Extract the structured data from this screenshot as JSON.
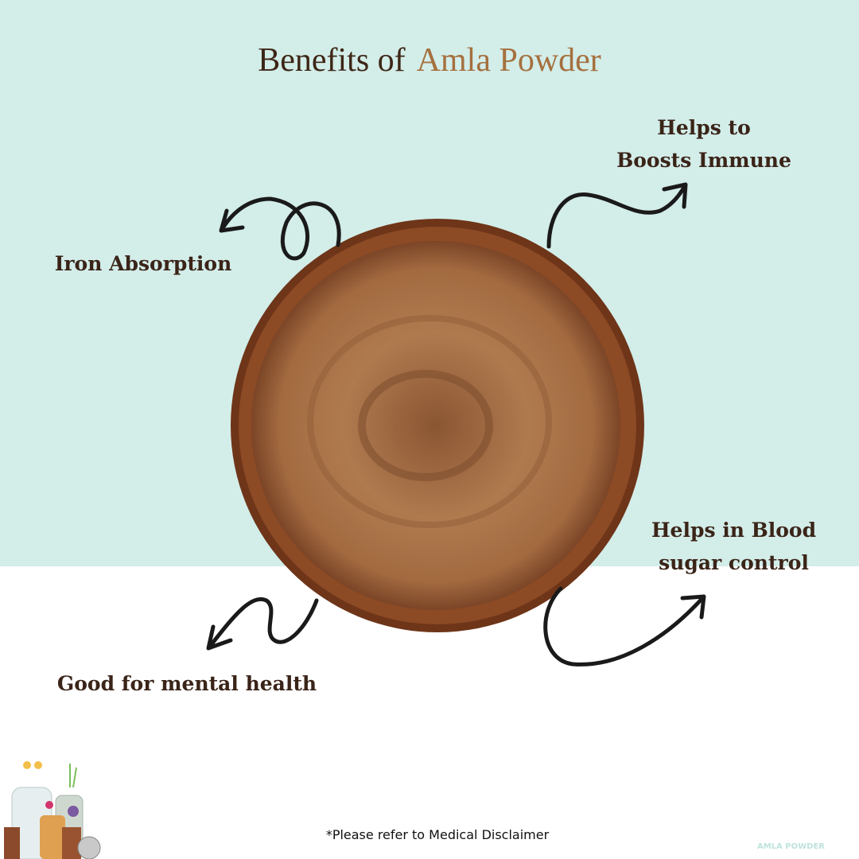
{
  "title": {
    "prefix": "Benefits of",
    "highlight": "Amla Powder"
  },
  "benefits": [
    "Iron Absorption",
    "Helps to Boosts Immune",
    "Helps in Blood sugar control",
    "Good for mental health"
  ],
  "disclaimer": "*Please refer to Medical Disclaimer",
  "watermark": "AMLA POWDER",
  "colors": {
    "background_top": "#d3ede9",
    "title_dark": "#3d2616",
    "title_accent": "#a5703e",
    "bowl": "#7a3e1f",
    "powder": "#a86f45"
  }
}
